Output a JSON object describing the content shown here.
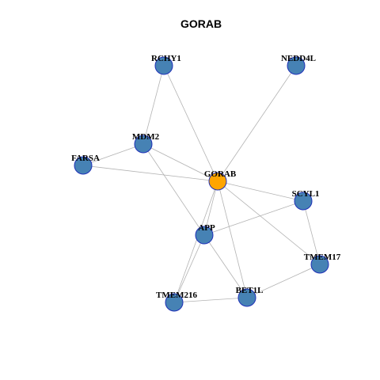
{
  "title": "GORAB",
  "colors": {
    "center_node": "#FFA500",
    "neighbor_node": "#4682B4",
    "node_border": "#1F30B8",
    "edge": "#B3B3B3"
  },
  "nodes": [
    {
      "id": "GORAB",
      "label": "GORAB",
      "role": "center"
    },
    {
      "id": "RCHY1",
      "label": "RCHY1",
      "role": "neighbor"
    },
    {
      "id": "NEDD4L",
      "label": "NEDD4L",
      "role": "neighbor"
    },
    {
      "id": "MDM2",
      "label": "MDM2",
      "role": "neighbor"
    },
    {
      "id": "FARSA",
      "label": "FARSA",
      "role": "neighbor"
    },
    {
      "id": "SCYL1",
      "label": "SCYL1",
      "role": "neighbor"
    },
    {
      "id": "APP",
      "label": "APP",
      "role": "neighbor"
    },
    {
      "id": "TMEM17",
      "label": "TMEM17",
      "role": "neighbor"
    },
    {
      "id": "TMEM216",
      "label": "TMEM216",
      "role": "neighbor"
    },
    {
      "id": "BET1L",
      "label": "BET1L",
      "role": "neighbor"
    }
  ],
  "edges": [
    [
      "GORAB",
      "RCHY1"
    ],
    [
      "GORAB",
      "NEDD4L"
    ],
    [
      "GORAB",
      "MDM2"
    ],
    [
      "GORAB",
      "FARSA"
    ],
    [
      "GORAB",
      "SCYL1"
    ],
    [
      "GORAB",
      "APP"
    ],
    [
      "GORAB",
      "TMEM17"
    ],
    [
      "GORAB",
      "TMEM216"
    ],
    [
      "GORAB",
      "BET1L"
    ],
    [
      "RCHY1",
      "MDM2"
    ],
    [
      "MDM2",
      "FARSA"
    ],
    [
      "MDM2",
      "APP"
    ],
    [
      "SCYL1",
      "APP"
    ],
    [
      "SCYL1",
      "TMEM17"
    ],
    [
      "APP",
      "TMEM216"
    ],
    [
      "APP",
      "BET1L"
    ],
    [
      "TMEM17",
      "BET1L"
    ],
    [
      "TMEM216",
      "BET1L"
    ]
  ]
}
